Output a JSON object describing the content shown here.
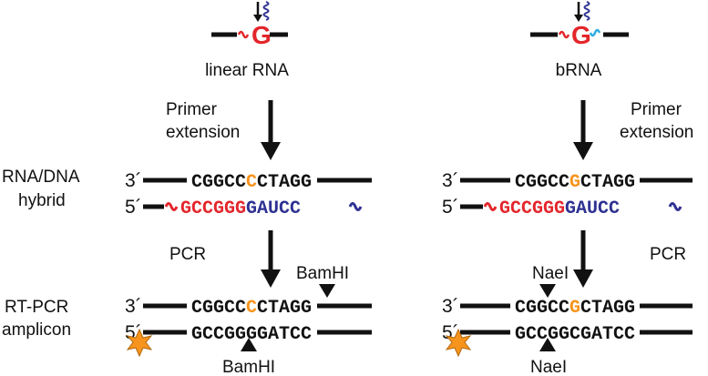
{
  "colors": {
    "red": "#e3262b",
    "blue": "#2e3192",
    "orange": "#f7941d",
    "cyan": "#29abe2",
    "black": "#111111"
  },
  "top": {
    "left_label": "linear RNA",
    "right_label": "bRNA",
    "g_letter": "G"
  },
  "steps": {
    "primer_extension": [
      "Primer",
      "extension"
    ],
    "pcr": "PCR"
  },
  "row_labels": {
    "hybrid": [
      "RNA/DNA",
      "hybrid"
    ],
    "amplicon": [
      "RT-PCR",
      "amplicon"
    ]
  },
  "ends": {
    "three": "3´",
    "five": "5´"
  },
  "left": {
    "hybrid_top": {
      "pre": "CGGCC",
      "mid": "C",
      "post": "CTAGG"
    },
    "hybrid_bottom": {
      "red": "GCCGGG",
      "blue": "GAUCC"
    },
    "amplicon_top": {
      "pre": "CGGCC",
      "mid": "C",
      "post": "CTAGG"
    },
    "amplicon_bottom": "GCCGGGGATCC",
    "enzyme": "BamHI"
  },
  "right": {
    "hybrid_top": {
      "pre": "CGGCC",
      "mid": "G",
      "post": "CTAGG"
    },
    "hybrid_bottom": {
      "red": "GCCGGG",
      "blue": "GAUCC"
    },
    "amplicon_top": {
      "pre": "CGGCC",
      "mid": "G",
      "post": "CTAGG"
    },
    "amplicon_bottom": "GCCGGCGATCC",
    "enzyme": "NaeI"
  }
}
